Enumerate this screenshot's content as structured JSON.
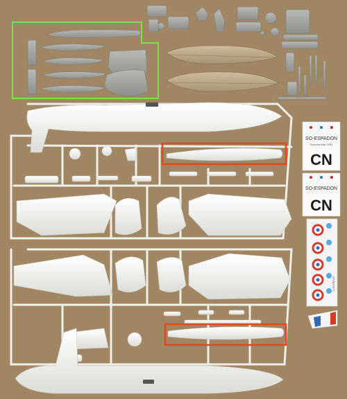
{
  "photo": {
    "subject": "plastic model kit sprues with decal sheets",
    "background_color": "#a08662",
    "plastic_color": "#eeeeea",
    "resin_color": "#a6a6a2",
    "clear_color": "#bda98a",
    "highlight_green": "#7fe04a",
    "highlight_red": "#e0481e"
  },
  "decals": {
    "sheet_1": {
      "title": "SO-ESPADON",
      "subtitle": "Snecma  Atar  1951",
      "code": "CN"
    },
    "sheet_2": {
      "title": "SO-ESPADON",
      "code": "CN"
    },
    "sheet_3": {
      "side_text": "LUCAROLE"
    }
  }
}
